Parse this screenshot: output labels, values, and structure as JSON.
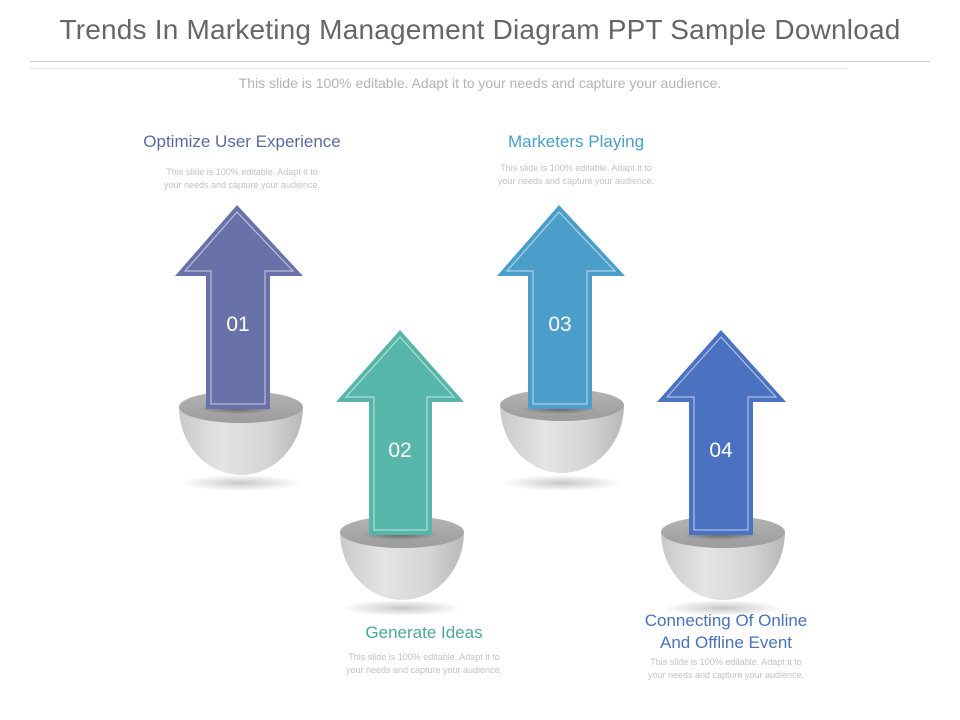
{
  "slide": {
    "title": "Trends In Marketing Management Diagram PPT Sample Download",
    "subtitle": "This slide is 100% editable. Adapt it to your needs and capture your audience."
  },
  "steps": [
    {
      "number": "01",
      "heading": "Optimize User Experience",
      "description_line1": "This slide is 100% editable. Adapt it to",
      "description_line2": "your needs and capture your audience.",
      "color": "#6872a8",
      "heading_color": "#5a6aa0"
    },
    {
      "number": "02",
      "heading": "Generate Ideas",
      "description_line1": "This slide is 100% editable. Adapt it to",
      "description_line2": "your needs and capture your audience.",
      "color": "#56b6aa",
      "heading_color": "#4aa89b"
    },
    {
      "number": "03",
      "heading": "Marketers Playing",
      "description_line1": "This slide is 100% editable. Adapt it to",
      "description_line2": "your needs and capture your audience.",
      "color": "#4a9ec9",
      "heading_color": "#4a9ec9"
    },
    {
      "number": "04",
      "heading_line1": "Connecting Of Online",
      "heading_line2": "And Offline Event",
      "description_line1": "This slide is 100% editable. Adapt it to",
      "description_line2": "your needs and capture your audience.",
      "color": "#4a72c0",
      "heading_color": "#4a72b8"
    }
  ]
}
